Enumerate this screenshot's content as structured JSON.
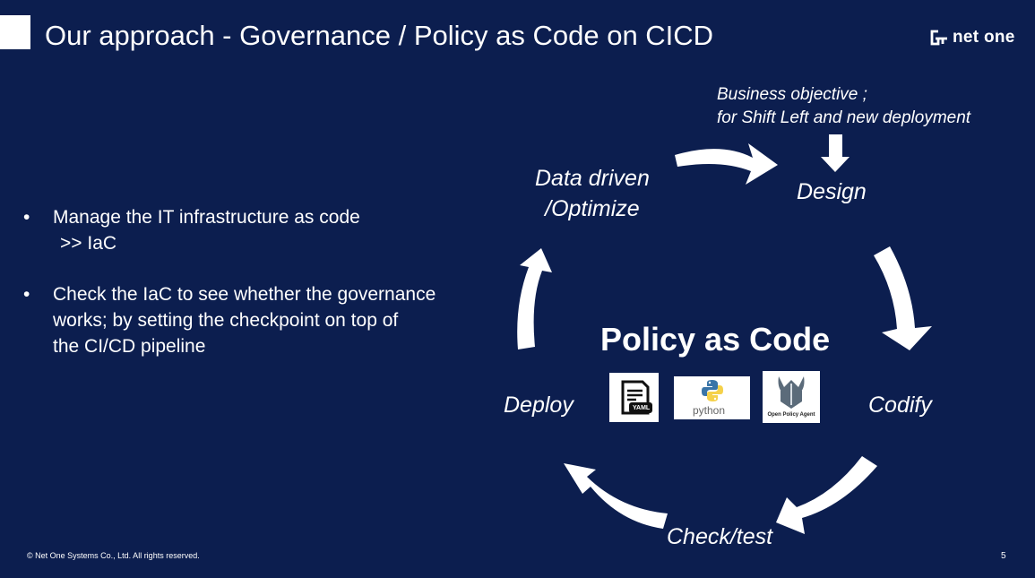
{
  "header": {
    "title": "Our approach - Governance / Policy as Code on CICD",
    "logo_text": "net one"
  },
  "bullets": [
    {
      "line1": "Manage the IT infrastructure as code",
      "line2": ">> IaC"
    },
    {
      "line1": "Check the IaC to see whether the governance",
      "line2": "works; by setting the checkpoint on top of",
      "line3": "the CI/CD pipeline"
    }
  ],
  "cycle": {
    "business_objective_line1": "Business objective ;",
    "business_objective_line2": "for Shift Left and new deployment",
    "design": "Design",
    "codify": "Codify",
    "check_test": "Check/test",
    "deploy": "Deploy",
    "data_driven_line1": "Data driven",
    "data_driven_line2": "/Optimize",
    "center_title": "Policy as Code"
  },
  "tools": {
    "yaml_label": "YAML",
    "python_label": "python",
    "opa_label": "Open Policy Agent"
  },
  "footer": {
    "copyright": "Net One Systems Co., Ltd. All rights reserved.",
    "page_number": "5"
  },
  "colors": {
    "background": "#0c1e4f",
    "foreground": "#ffffff",
    "python_blue": "#3a75a8",
    "python_yellow": "#f5d14a",
    "opa_gray": "#5b6b7a"
  }
}
